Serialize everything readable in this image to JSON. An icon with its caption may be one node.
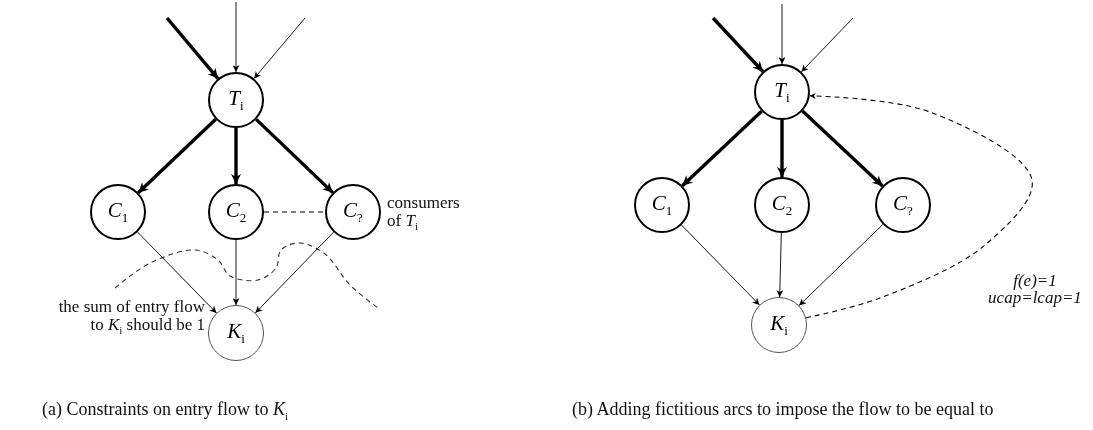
{
  "diagram": {
    "nodes": [
      {
        "text": [
          "*T*$_{i}$"
        ]
      },
      {
        "text": [
          "*C*$_{1}$"
        ]
      },
      {
        "text": [
          "*C*$_{2}$"
        ]
      },
      {
        "text": [
          "*C*$_{?}$"
        ],
        "beside": [
          "consumers of *T*$_{i}$"
        ]
      },
      {
        "text": [
          "*K*$_{i}$"
        ]
      },
      {
        "text": [
          "*T*$_{i}$"
        ]
      },
      {
        "text": [
          "*C*$_{1}$"
        ]
      },
      {
        "text": [
          "*C*$_{2}$"
        ]
      },
      {
        "text": [
          "*C*$_{?}$"
        ]
      },
      {
        "text": [
          "*K*$_{i}$"
        ]
      }
    ],
    "edges": [
      {
        "from": null,
        "to": 0,
        "arrow": "to",
        "style": "thick"
      },
      {
        "from": null,
        "to": 0,
        "arrow": "to"
      },
      {
        "from": null,
        "to": 0,
        "arrow": "to"
      },
      {
        "from": 0,
        "to": 1,
        "arrow": "to",
        "style": "thick"
      },
      {
        "from": 0,
        "to": 2,
        "arrow": "to",
        "style": "thick"
      },
      {
        "from": 0,
        "to": 3,
        "arrow": "to",
        "style": "thick"
      },
      {
        "from": 2,
        "to": 3,
        "arrow": "none",
        "style": "dashed"
      },
      {
        "from": 1,
        "to": 4,
        "arrow": "to"
      },
      {
        "from": 2,
        "to": 4,
        "arrow": "to"
      },
      {
        "from": 3,
        "to": 4,
        "arrow": "to"
      },
      {
        "from": null,
        "to": 5,
        "arrow": "to",
        "style": "thick"
      },
      {
        "from": null,
        "to": 5,
        "arrow": "to"
      },
      {
        "from": null,
        "to": 5,
        "arrow": "to"
      },
      {
        "from": 5,
        "to": 6,
        "arrow": "to",
        "style": "thick"
      },
      {
        "from": 5,
        "to": 7,
        "arrow": "to",
        "style": "thick"
      },
      {
        "from": 5,
        "to": 8,
        "arrow": "to",
        "style": "thick"
      },
      {
        "from": 6,
        "to": 9,
        "arrow": "to"
      },
      {
        "from": 7,
        "to": 9,
        "arrow": "to"
      },
      {
        "from": 8,
        "to": 9,
        "arrow": "to"
      },
      {
        "from": 9,
        "to": 5,
        "arrow": "to",
        "style": "dashed",
        "label": "f(e)=1 ucap=lcap=1"
      }
    ],
    "labels": [
      "the sum of entry flow to *K*$_{i}$ should be 1",
      "(a) Constraints on entry flow to *K*$_{i}$",
      "(b) Adding fictitious arcs to impose the flow to be equal to"
    ]
  }
}
